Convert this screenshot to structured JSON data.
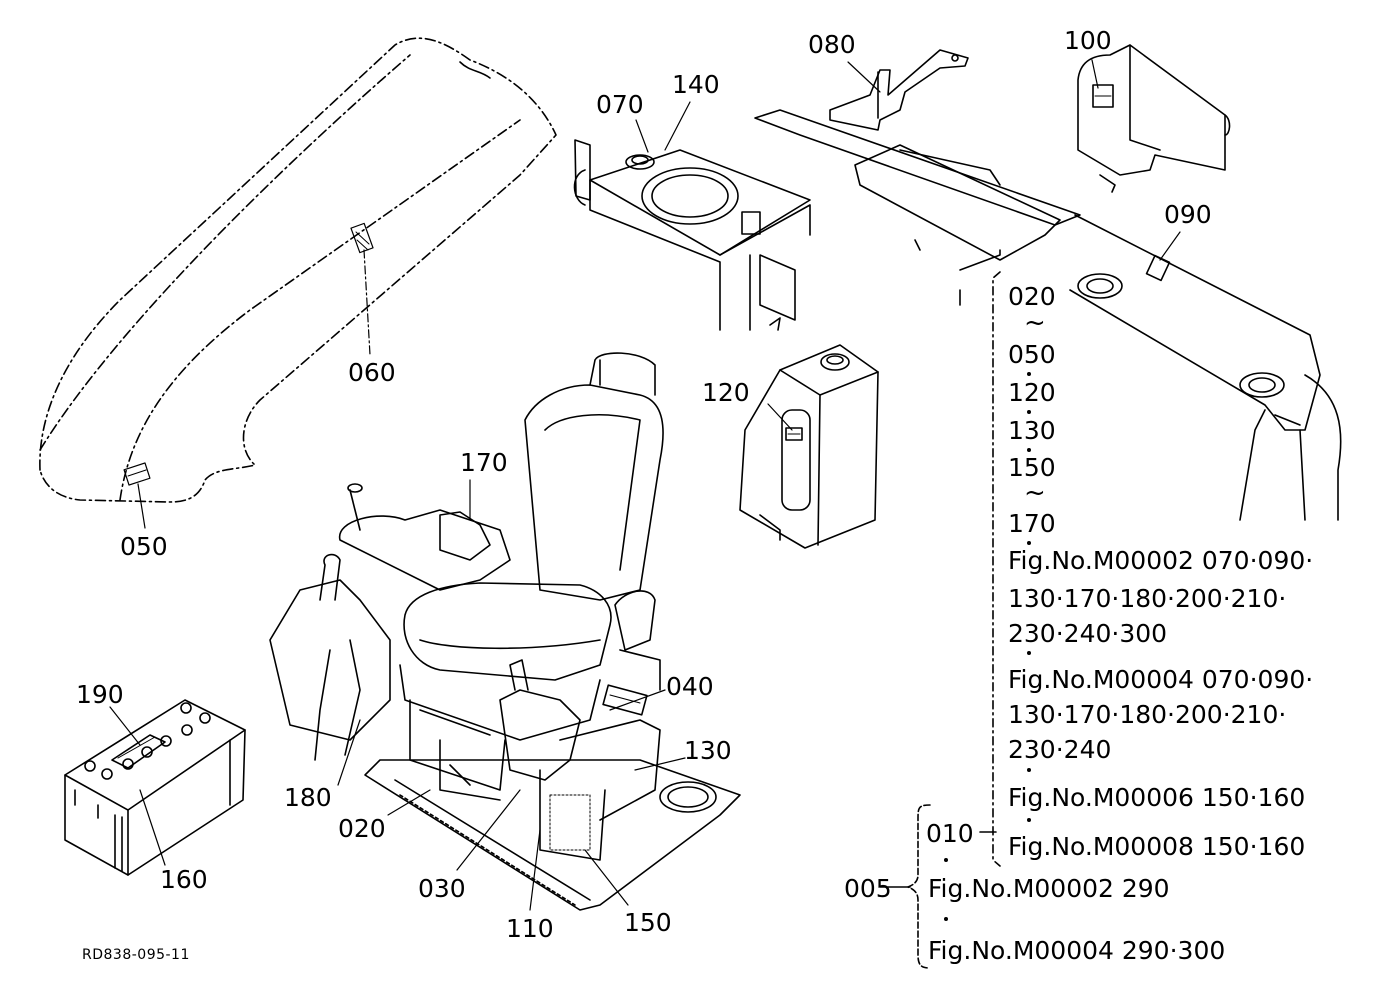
{
  "drawing_code": "RD838-095-11",
  "callouts": {
    "c005": "005",
    "c010": "010",
    "c020": "020",
    "c030": "030",
    "c040": "040",
    "c050": "050",
    "c060": "060",
    "c070": "070",
    "c080": "080",
    "c090": "090",
    "c100": "100",
    "c110": "110",
    "c120": "120",
    "c130": "130",
    "c140": "140",
    "c150": "150",
    "c160": "160",
    "c170": "170",
    "c180": "180",
    "c190": "190"
  },
  "range_list": {
    "a": "020",
    "b": "050",
    "c": "120",
    "d": "130",
    "e": "150",
    "f": "170",
    "tilde": "~"
  },
  "fig_notes": {
    "m2_line1": "Fig.No.M00002  070·090·",
    "m2_line2": "130·170·180·200·210·",
    "m2_line3": "230·240·300",
    "m4_line1": "Fig.No.M00004  070·090·",
    "m4_line2": "130·170·180·200·210·",
    "m4_line3": "230·240",
    "m6_line": "Fig.No.M00006  150·160",
    "m8_line": "Fig.No.M00008  150·160",
    "m2b_line": "Fig.No.M00002  290",
    "m4b_line": "Fig.No.M00004  290·300"
  }
}
